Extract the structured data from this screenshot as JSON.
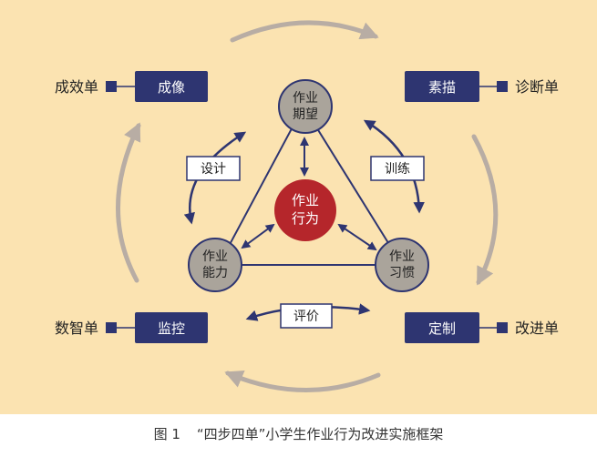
{
  "colors": {
    "background": "#fbe3b1",
    "navy": "#2e3571",
    "gray_node": "#aaa49b",
    "center_node": "#b5262b",
    "arc": "#b8ada4"
  },
  "center": {
    "line1": "作业",
    "line2": "行为"
  },
  "nodes": {
    "top": {
      "line1": "作业",
      "line2": "期望"
    },
    "left": {
      "line1": "作业",
      "line2": "能力"
    },
    "right": {
      "line1": "作业",
      "line2": "习惯"
    }
  },
  "edge_labels": {
    "design": "设计",
    "train": "训练",
    "evaluate": "评价"
  },
  "corner_boxes": {
    "top_left": "成像",
    "top_right": "素描",
    "bottom_left": "监控",
    "bottom_right": "定制"
  },
  "outer_labels": {
    "top_left": "成效单",
    "top_right": "诊断单",
    "bottom_left": "数智单",
    "bottom_right": "改进单"
  },
  "caption": {
    "number": "图 1",
    "text": "“四步四单”小学生作业行为改进实施框架"
  }
}
